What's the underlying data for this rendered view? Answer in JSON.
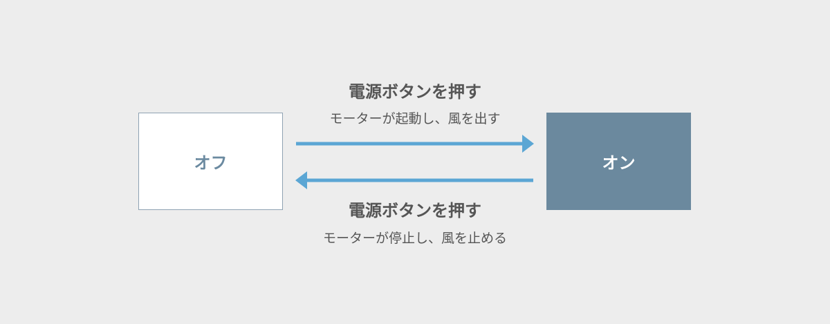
{
  "states": {
    "off": "オフ",
    "on": "オン"
  },
  "transitions": {
    "turn_on": {
      "action": "電源ボタンを押す",
      "result": "モーターが起動し、風を出す"
    },
    "turn_off": {
      "action": "電源ボタンを押す",
      "result": "モーターが停止し、風を止める"
    }
  },
  "colors": {
    "background": "#ededed",
    "arrow": "#5ba6d4",
    "on_box": "#6b899e",
    "off_text": "#6b8aa0",
    "text": "#555555"
  }
}
